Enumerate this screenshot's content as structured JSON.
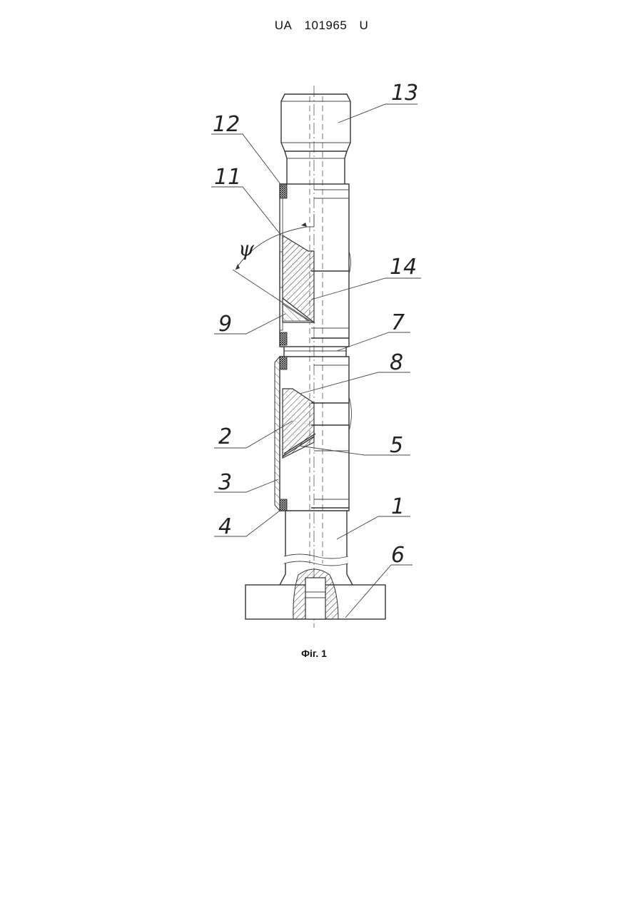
{
  "header": {
    "country": "UA",
    "number": "101965",
    "kind": "U"
  },
  "figure": {
    "caption": "Фіг. 1",
    "angle_symbol": "ψ",
    "labels": {
      "l1": "1",
      "l2": "2",
      "l3": "3",
      "l4": "4",
      "l5": "5",
      "l6": "6",
      "l7": "7",
      "l8": "8",
      "l9": "9",
      "l11": "11",
      "l12": "12",
      "l13": "13",
      "l14": "14"
    }
  }
}
